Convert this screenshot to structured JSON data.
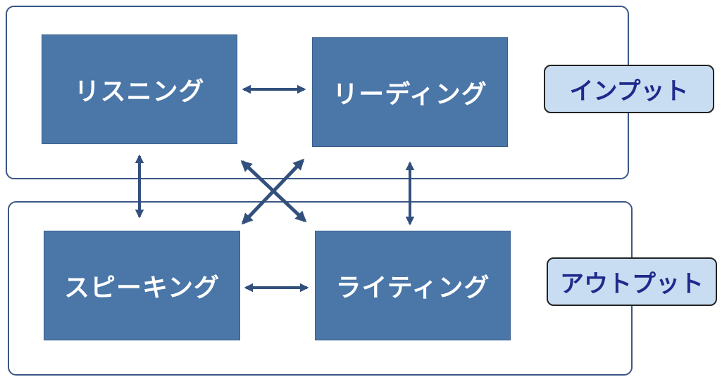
{
  "skills": {
    "listening": "リスニング",
    "reading": "リーディング",
    "speaking": "スピーキング",
    "writing": "ライティング"
  },
  "groups": {
    "input_label": "インプット",
    "output_label": "アウトプット"
  },
  "colors": {
    "skill_box": "#4a76a8",
    "arrow": "#33507d",
    "tag_fill": "#c9ddf2",
    "tag_text": "#1f2a8c",
    "frame_border": "#3a5785"
  }
}
